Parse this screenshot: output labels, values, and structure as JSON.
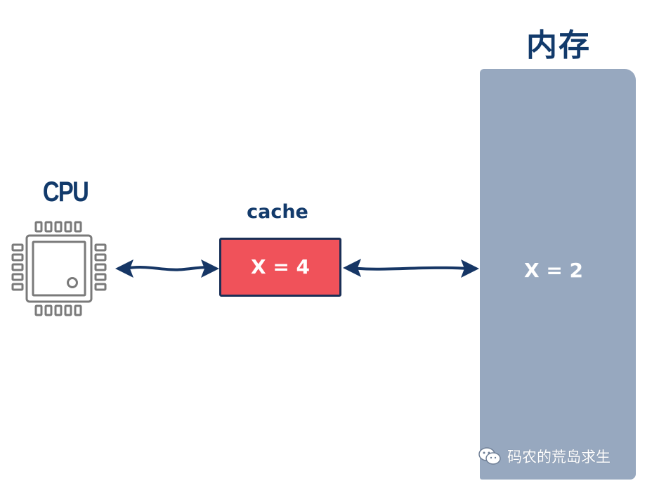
{
  "cpu": {
    "label": "CPU",
    "icon": "cpu-chip-icon"
  },
  "cache": {
    "label": "cache",
    "value": "X = 4",
    "fill": "#f0525a"
  },
  "memory": {
    "title": "内存",
    "value": "X = 2",
    "fill": "#97a8bf"
  },
  "watermark": {
    "text": "码农的荒岛求生",
    "icon": "wechat-icon"
  },
  "colors": {
    "dark_blue": "#123a6b",
    "arrow": "#163665"
  }
}
